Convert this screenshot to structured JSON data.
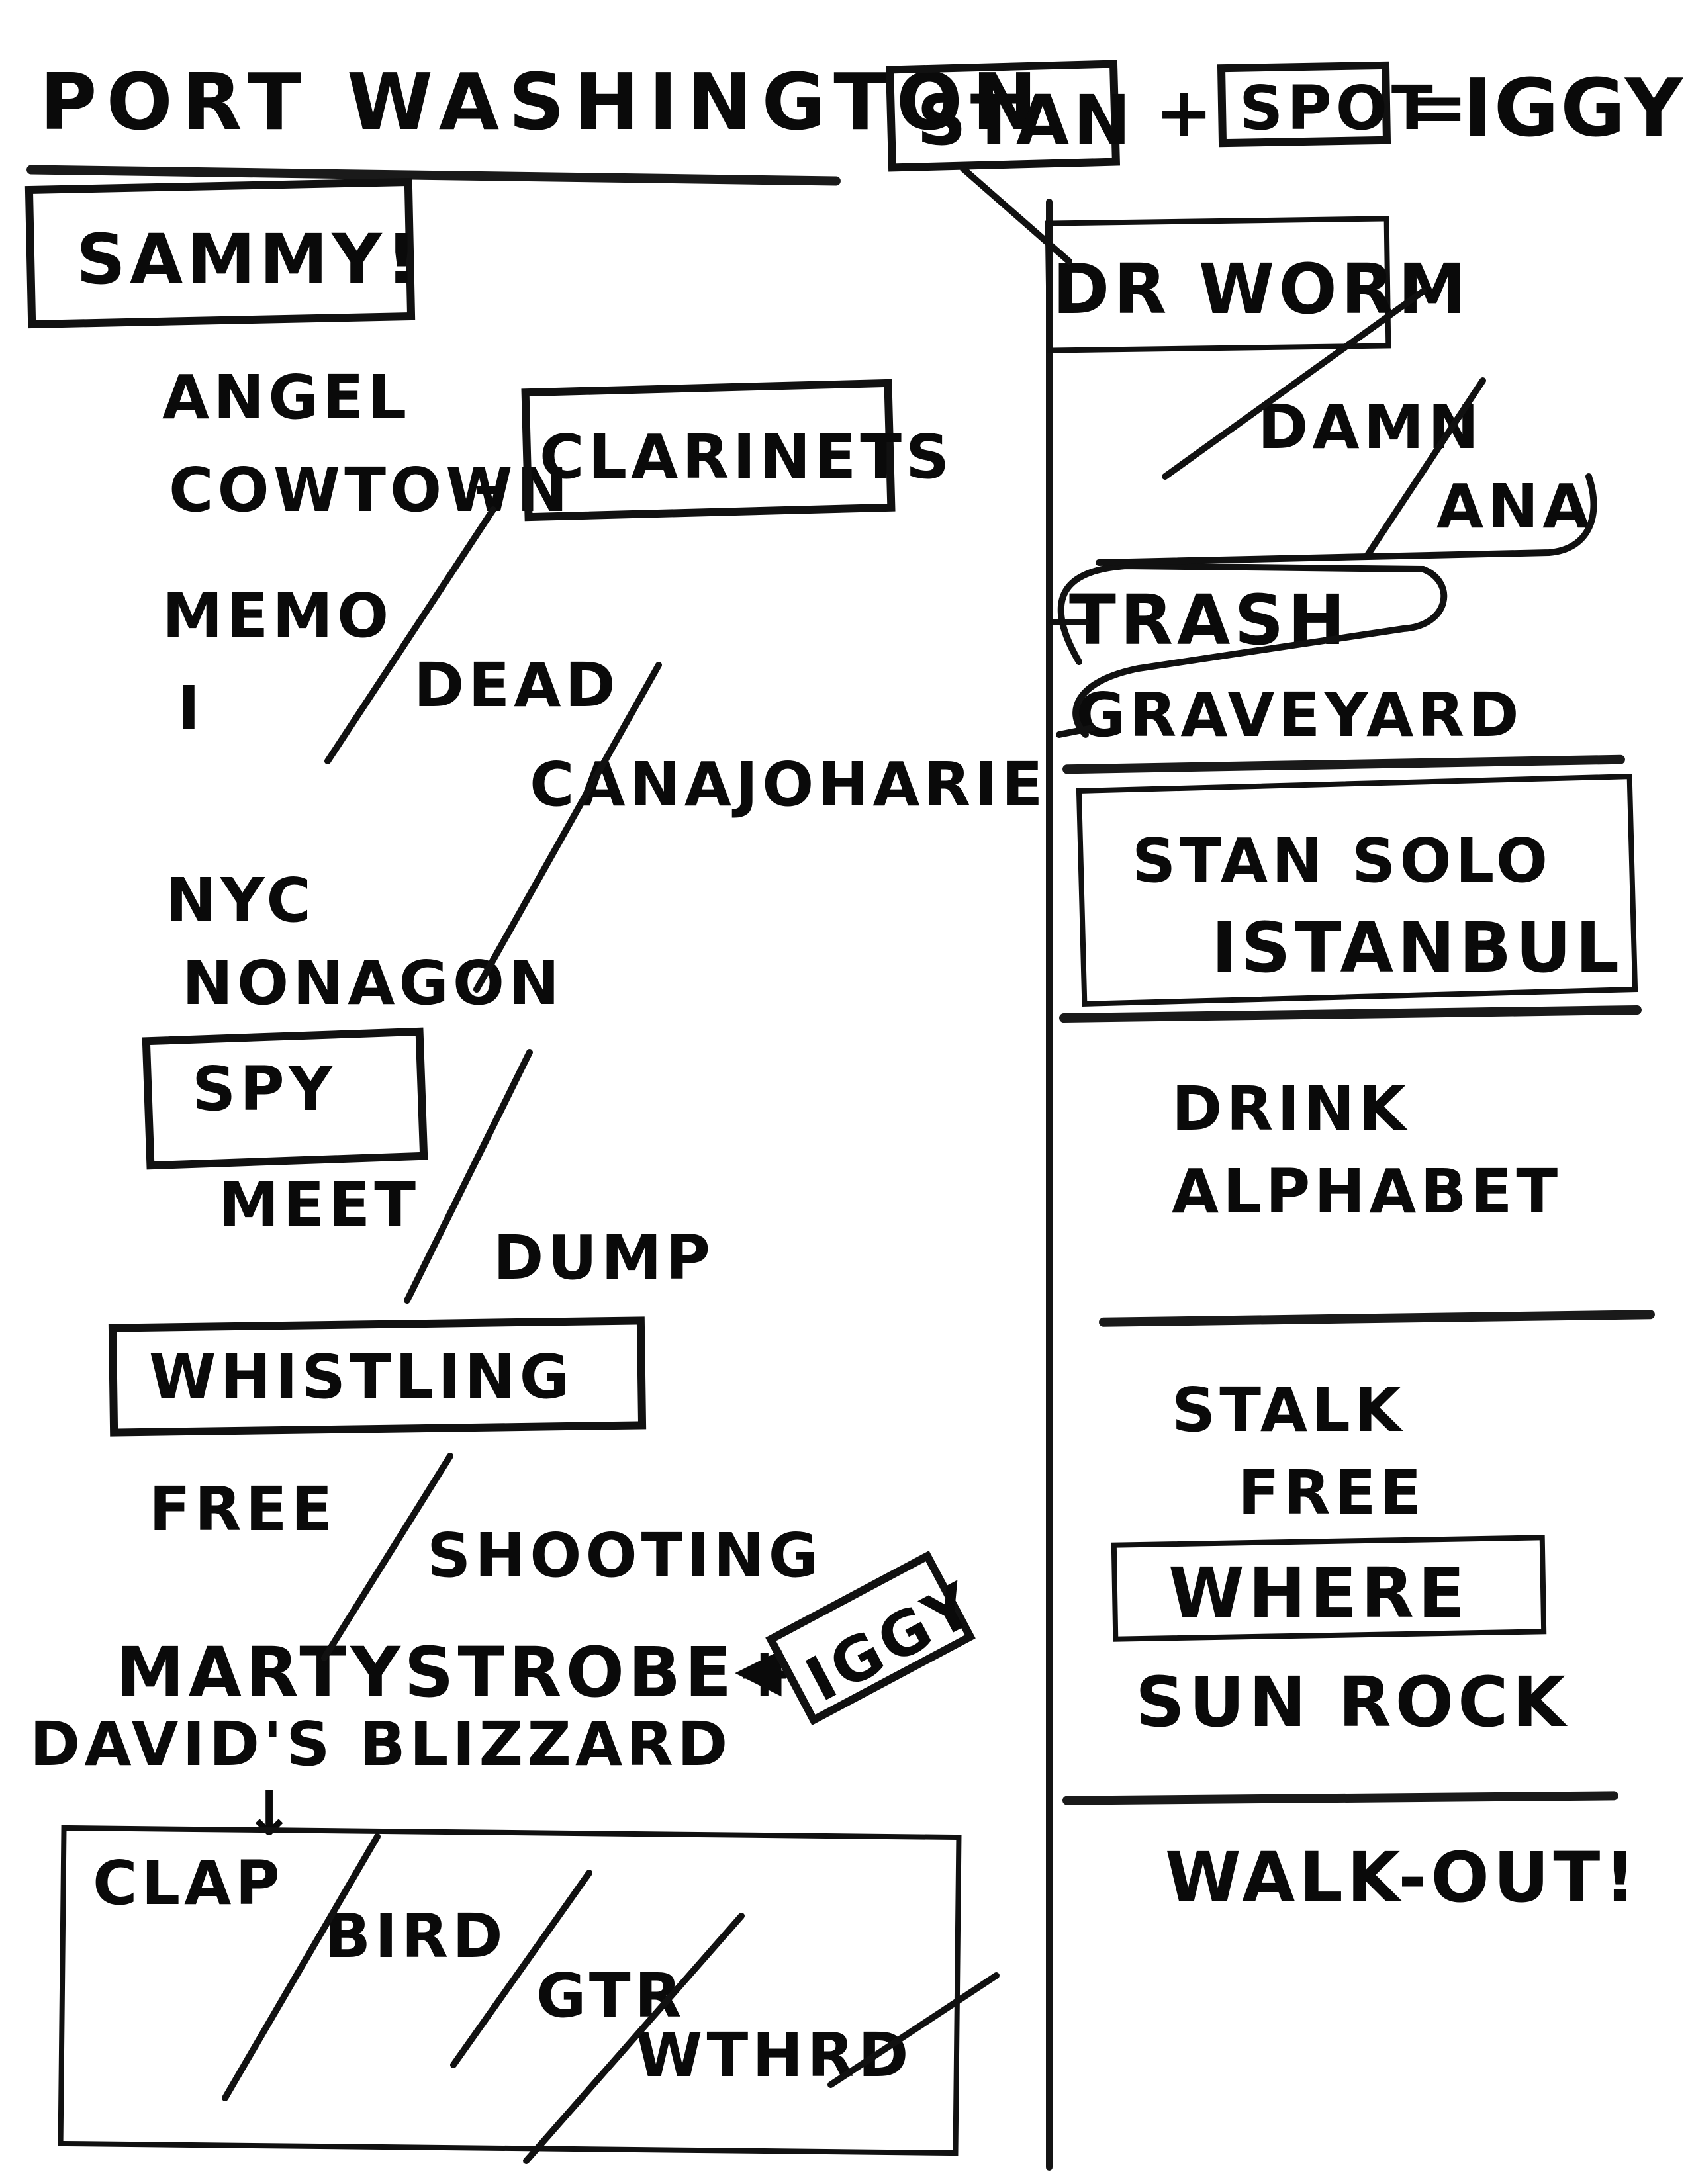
{
  "page": {
    "venue": "PORT WASHINGTON",
    "header_equation": {
      "term1": "STAN",
      "operator_plus": "+",
      "term2": "SPOT",
      "operator_equals": "=",
      "result": "IGGY!"
    }
  },
  "left_column": {
    "items": [
      {
        "label": "SAMMY!",
        "boxed": true
      },
      {
        "label": "ANGEL"
      },
      {
        "label": "COWTOWN",
        "segue": "-"
      },
      {
        "label": "CLARINETS",
        "boxed": true
      },
      {
        "label": "MEMO"
      },
      {
        "label": "I"
      },
      {
        "label": "DEAD"
      },
      {
        "label": "CANAJOHARIE"
      },
      {
        "label": "NYC"
      },
      {
        "label": "NONAGON"
      },
      {
        "label": "SPY",
        "boxed": true
      },
      {
        "label": "MEET"
      },
      {
        "label": "DUMP"
      },
      {
        "label": "WHISTLING",
        "boxed": true
      },
      {
        "label": "FREE"
      },
      {
        "label": "SHOOTING"
      },
      {
        "label": "MARTYSTROBE+"
      },
      {
        "label": "IGGY",
        "boxed": true,
        "arrow": true
      },
      {
        "label": "DAVID'S BLIZZARD"
      },
      {
        "label": "CLAP"
      },
      {
        "label": "BIRD"
      },
      {
        "label": "GTR"
      },
      {
        "label": "WTHRD"
      }
    ]
  },
  "right_column": {
    "items": [
      {
        "label": "DR WORM",
        "boxed": true
      },
      {
        "label": "DAMN"
      },
      {
        "label": "ANA"
      },
      {
        "label": "TRASH"
      },
      {
        "label": "GRAVEYARD"
      },
      {
        "label": "STAN SOLO"
      },
      {
        "label": "ISTANBUL"
      },
      {
        "label": "DRINK"
      },
      {
        "label": "ALPHABET"
      },
      {
        "label": "STALK"
      },
      {
        "label": "FREE"
      },
      {
        "label": "WHERE",
        "boxed": true
      },
      {
        "label": "SUN ROCK"
      },
      {
        "label": "WALK-OUT!"
      }
    ]
  },
  "colors": {
    "ink": "#0a0a0a",
    "paper": "#ffffff"
  }
}
